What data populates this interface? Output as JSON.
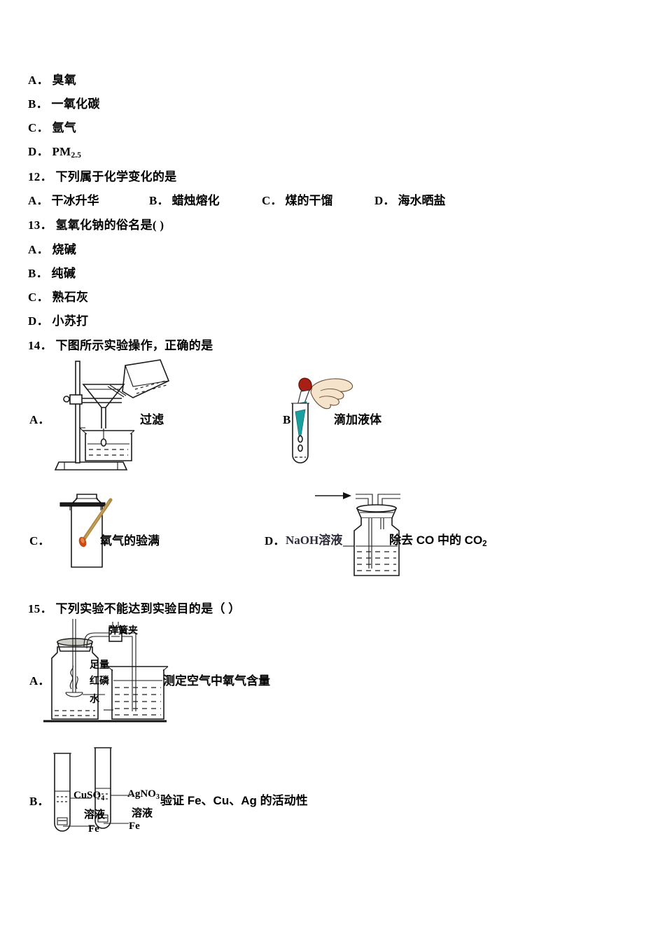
{
  "document": {
    "type": "chemistry-exam-page",
    "language": "zh-CN"
  },
  "q11_options": [
    {
      "label": "A．",
      "text": "臭氧"
    },
    {
      "label": "B．",
      "text": "一氧化碳"
    },
    {
      "label": "C．",
      "text": "氩气"
    },
    {
      "label": "D．",
      "text": "PM",
      "sub": "2.5"
    }
  ],
  "q12": {
    "number": "12．",
    "stem": "下列属于化学变化的是",
    "options": [
      {
        "label": "A．",
        "text": "干冰升华"
      },
      {
        "label": "B．",
        "text": "蜡烛熔化"
      },
      {
        "label": "C．",
        "text": "煤的干馏"
      },
      {
        "label": "D．",
        "text": "海水晒盐"
      }
    ]
  },
  "q13": {
    "number": "13．",
    "stem": "氢氧化钠的俗名是( )",
    "options": [
      {
        "label": "A．",
        "text": "烧碱"
      },
      {
        "label": "B．",
        "text": "纯碱"
      },
      {
        "label": "C．",
        "text": "熟石灰"
      },
      {
        "label": "D．",
        "text": "小苏打"
      }
    ]
  },
  "q14": {
    "number": "14．",
    "stem": "下图所示实验操作，正确的是",
    "options": [
      {
        "label": "A．",
        "caption": "过滤",
        "figure": "filtration-apparatus",
        "parts": [
          "iron-stand",
          "funnel",
          "glass-rod",
          "beaker",
          "pouring-beaker"
        ]
      },
      {
        "label": "B．",
        "caption": "滴加液体",
        "figure": "dropper-test-tube",
        "parts": [
          "hand",
          "rubber-bulb-dropper",
          "test-tube"
        ],
        "colors": {
          "bulb": "#a81f15",
          "liquid": "#1a9fa0",
          "skin": "#f6e3cc"
        }
      },
      {
        "label": "C．",
        "caption": "氧气的验满",
        "figure": "oxygen-fullness-test",
        "parts": [
          "gas-jar",
          "glass-plate",
          "glowing-splint"
        ],
        "colors": {
          "splint": "#b08a43",
          "ember": "#c84a18"
        }
      },
      {
        "label": "D．",
        "caption_pre": "除去 CO 中的 CO",
        "caption_sub": "2",
        "inner_label": "NaOH溶液",
        "figure": "gas-washing-bottle",
        "parts": [
          "inlet-arrow",
          "long-tube",
          "short-tube",
          "stopper",
          "bottle",
          "solution"
        ]
      }
    ]
  },
  "q15": {
    "number": "15．",
    "stem": "下列实验不能达到实验目的是（      ）",
    "options": [
      {
        "label": "A．",
        "caption": "测定空气中氧气含量",
        "figure": "air-oxygen-content-apparatus",
        "annotations": [
          {
            "name": "spring-clip",
            "text": "弹簧夹"
          },
          {
            "name": "red-phosphorus",
            "text": "足量",
            "text2": "红磷"
          },
          {
            "name": "water",
            "text": "水"
          }
        ]
      },
      {
        "label": "B．",
        "caption_pre": "验证 Fe、Cu、Ag 的活动性",
        "figure": "metal-activity-test-tubes",
        "annotations": [
          {
            "name": "cuso4-label",
            "formula": "CuSO",
            "sub": "4",
            "second": "溶液"
          },
          {
            "name": "agno3-label",
            "formula": "AgNO",
            "sub": "3",
            "second": "溶液"
          },
          {
            "name": "iron-label-left",
            "text": "Fe"
          },
          {
            "name": "iron-label-right",
            "text": "Fe"
          }
        ]
      }
    ]
  }
}
